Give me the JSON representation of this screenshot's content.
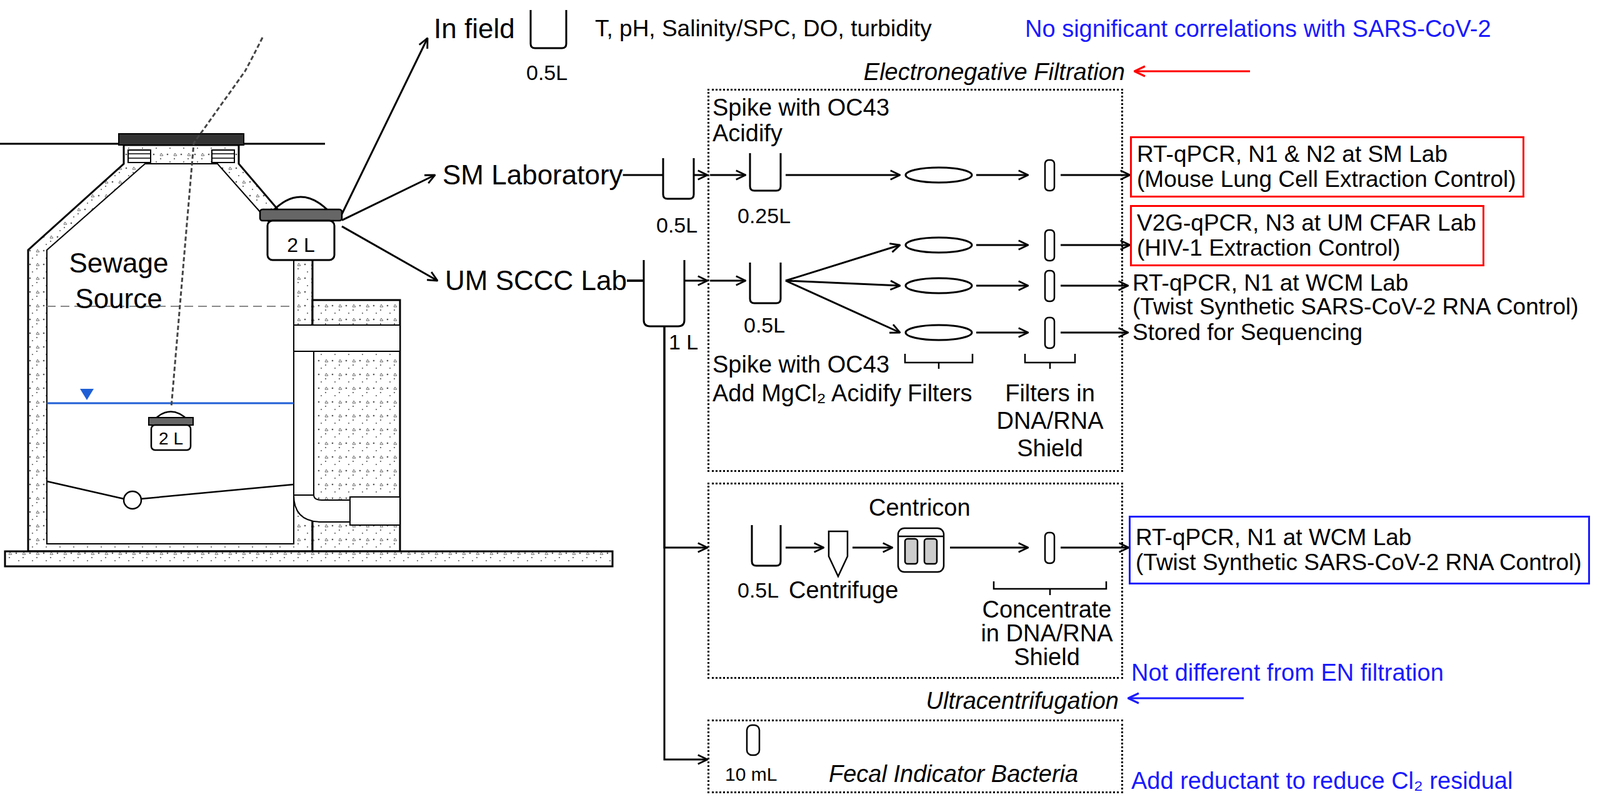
{
  "diagram": {
    "nodes": [
      {
        "text": [
          "Sewage Source"
        ]
      },
      {
        "text": [
          "2 L"
        ]
      },
      {
        "text": [
          "In field"
        ]
      },
      {
        "text": [
          "SM Laboratory"
        ]
      },
      {
        "text": [
          "UM SCCC Lab"
        ]
      },
      {
        "text": [
          "Electronegative Filtration"
        ]
      },
      {
        "text": [
          "RT-qPCR, N1 & N2 at SM Lab",
          "(Mouse Lung Cell Extraction Control)"
        ]
      },
      {
        "text": [
          "V2G-qPCR, N3 at UM CFAR Lab",
          "(HIV-1 Extraction Control)"
        ]
      },
      {
        "text": [
          "RT-qPCR, N1 at WCM Lab",
          "(Twist Synthetic SARS-CoV-2 RNA Control)"
        ]
      },
      {
        "text": [
          "Stored for Sequencing"
        ]
      },
      {
        "text": [
          "Ultracentrifugation"
        ]
      },
      {
        "text": [
          "RT-qPCR, N1 at WCM Lab",
          "(Twist Synthetic SARS-CoV-2 RNA Control)"
        ]
      },
      {
        "text": [
          "Fecal Indicator Bacteria"
        ]
      }
    ],
    "edges": [
      {
        "from": 1,
        "to": 2,
        "arrow": "to"
      },
      {
        "from": 1,
        "to": 3,
        "arrow": "to"
      },
      {
        "from": 1,
        "to": 4,
        "arrow": "to"
      },
      {
        "from": 3,
        "to": 5,
        "arrow": "to"
      },
      {
        "from": 4,
        "to": 5,
        "arrow": "to"
      },
      {
        "from": 4,
        "to": 10,
        "arrow": "to"
      },
      {
        "from": 4,
        "to": 12,
        "arrow": "to"
      },
      {
        "from": 5,
        "to": 6,
        "arrow": "to"
      },
      {
        "from": 5,
        "to": 7,
        "arrow": "to"
      },
      {
        "from": 5,
        "to": 8,
        "arrow": "to"
      },
      {
        "from": 5,
        "to": 9,
        "arrow": "to"
      },
      {
        "from": 10,
        "to": 11,
        "arrow": "to"
      }
    ],
    "labels": [
      "0.5L",
      "T, pH, Salinity/SPC, DO, turbidity",
      "No significant correlations with SARS-CoV-2",
      "2 L",
      "0.5L",
      "Spike with OC43 Acidify",
      "0.25L",
      "1 L",
      "0.5L",
      "Spike with OC43 Add MgCl₂ Acidify",
      "Filters",
      "Filters in DNA/RNA Shield",
      "Centricon",
      "0.5L",
      "Centrifuge",
      "Concentrate in DNA/RNA Shield",
      "Not different from EN filtration",
      "10 mL",
      "Add reductant to reduce Cl₂ residual"
    ]
  }
}
